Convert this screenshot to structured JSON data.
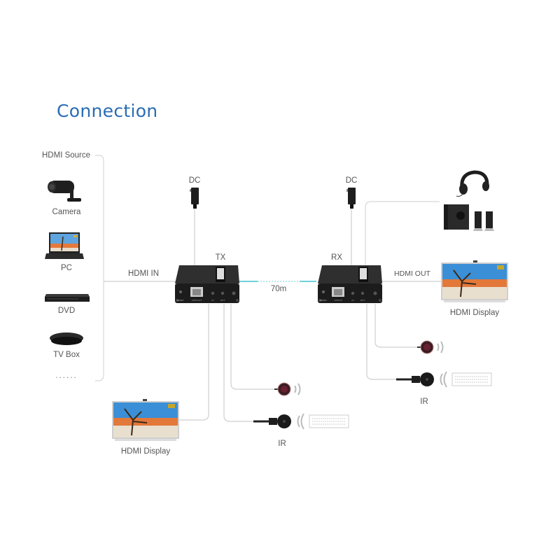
{
  "title": "Connection",
  "sources": {
    "heading": "HDMI Source",
    "items": [
      {
        "label": "Camera",
        "icon": "camera-icon"
      },
      {
        "label": "PC",
        "icon": "laptop-icon"
      },
      {
        "label": "DVD",
        "icon": "dvd-player-icon"
      },
      {
        "label": "TV Box",
        "icon": "tv-box-icon"
      }
    ],
    "more": "......"
  },
  "links": {
    "hdmi_in": "HDMI IN",
    "hdmi_out": "HDMI OUT",
    "distance": "70m"
  },
  "transmitter": {
    "label": "TX",
    "dc_label": "DC",
    "port_label": "CAT6 OUT",
    "reset_label": "RESET",
    "ir_in": "IN",
    "ir_out": "OUT"
  },
  "receiver": {
    "label": "RX",
    "dc_label": "DC",
    "port_label": "CAT6 IN",
    "reset_label": "RESET",
    "ir_in": "IN",
    "ir_out": "OUT"
  },
  "displays": {
    "local": "HDMI Display",
    "remote": "HDMI Display"
  },
  "ir": {
    "tx_label": "IR",
    "rx_label": "IR"
  },
  "colors": {
    "title": "#2a6cb4",
    "cat_cable": "#6fd0d8",
    "wire": "#cfcfcf",
    "device": "#2b2b2b"
  }
}
